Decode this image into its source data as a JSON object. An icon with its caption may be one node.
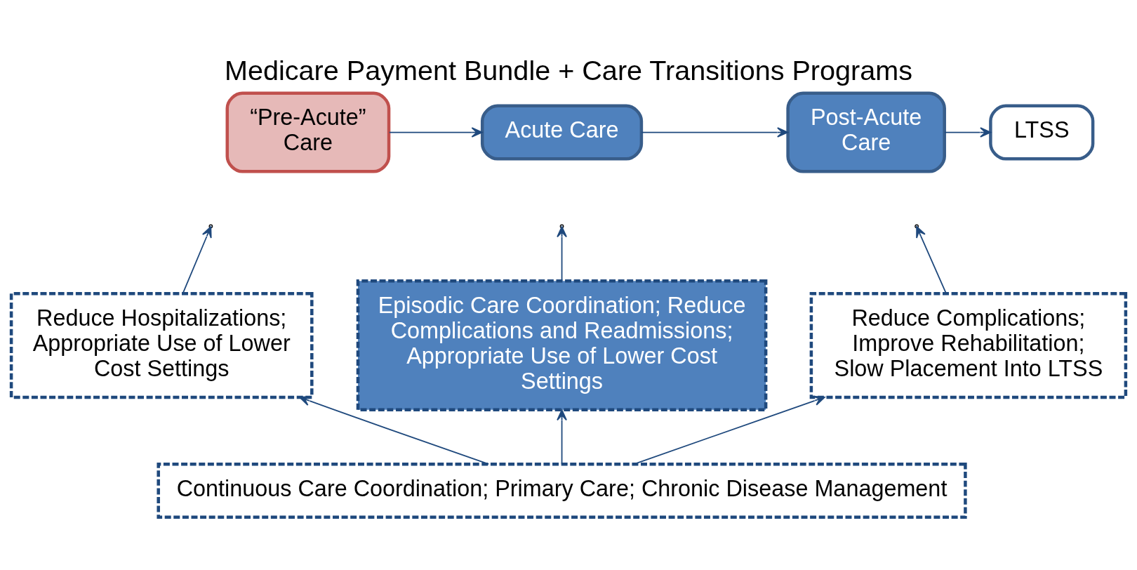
{
  "diagram": {
    "title": "Medicare Payment Bundle + Care Transitions Programs",
    "nodes": [
      {
        "text": [
          "“Pre-Acute” Care"
        ]
      },
      {
        "text": [
          "Acute Care"
        ]
      },
      {
        "text": [
          "Post-Acute Care"
        ]
      },
      {
        "text": [
          "LTSS"
        ]
      },
      {
        "text": [
          "Reduce Hospitalizations; Appropriate Use of Lower Cost Settings"
        ]
      },
      {
        "text": [
          "Episodic Care Coordination; Reduce Complications and Readmissions; Appropriate Use of Lower Cost Settings"
        ]
      },
      {
        "text": [
          "Reduce Complications; Improve Rehabilitation; Slow Placement Into LTSS"
        ]
      },
      {
        "text": [
          "Continuous Care Coordination; Primary Care; Chronic Disease Management"
        ]
      }
    ],
    "edges": [
      {
        "from": 0,
        "to": 1,
        "arrow": "to"
      },
      {
        "from": 1,
        "to": 2,
        "arrow": "to"
      },
      {
        "from": 2,
        "to": 3,
        "arrow": "to"
      },
      {
        "from": 4,
        "to": null,
        "arrow": "to"
      },
      {
        "from": 5,
        "to": null,
        "arrow": "to"
      },
      {
        "from": 6,
        "to": null,
        "arrow": "to"
      },
      {
        "from": 7,
        "to": 4,
        "arrow": "to"
      },
      {
        "from": 7,
        "to": 5,
        "arrow": "to"
      },
      {
        "from": 7,
        "to": 6,
        "arrow": "to"
      }
    ]
  }
}
